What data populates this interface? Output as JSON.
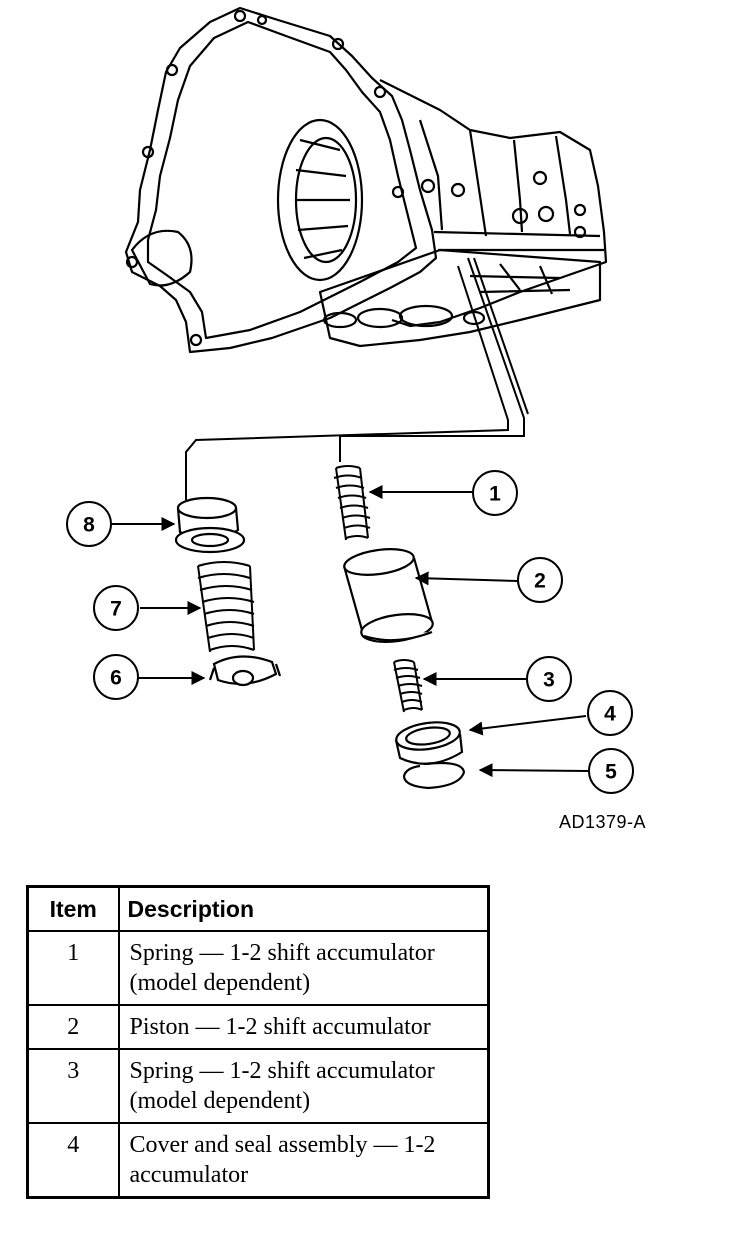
{
  "figure": {
    "code": "AD1379-A",
    "callouts": [
      "1",
      "2",
      "3",
      "4",
      "5",
      "6",
      "7",
      "8"
    ]
  },
  "table": {
    "headers": {
      "item": "Item",
      "description": "Description"
    },
    "rows": [
      {
        "item": "1",
        "description": "Spring — 1-2 shift accumulator (model dependent)"
      },
      {
        "item": "2",
        "description": "Piston — 1-2 shift accumulator"
      },
      {
        "item": "3",
        "description": "Spring — 1-2 shift accumulator (model dependent)"
      },
      {
        "item": "4",
        "description": "Cover and seal assembly — 1-2 accumulator"
      }
    ]
  }
}
